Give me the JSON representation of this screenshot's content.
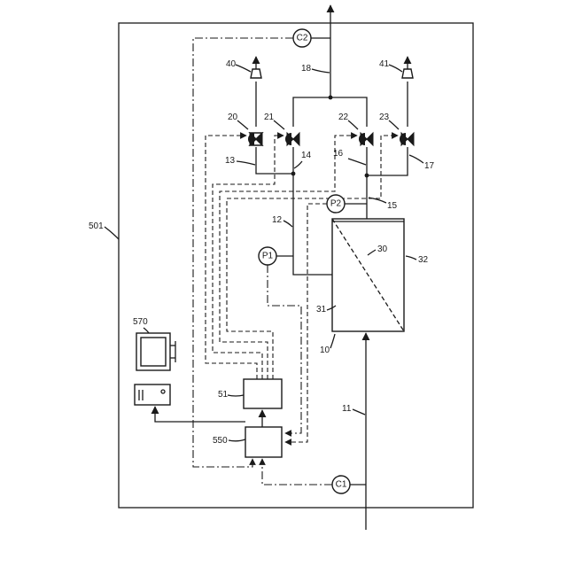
{
  "diagram": {
    "system_label": "501",
    "module_label": "10",
    "housing_label": "31",
    "membrane_label": "30",
    "permeate_side_label": "32",
    "feed_line_label": "11",
    "retentate_line_label": "12",
    "retentate_branch_a_label": "13",
    "retentate_branch_b_label": "14",
    "permeate_line_label": "15",
    "permeate_branch_a_label": "16",
    "permeate_branch_b_label": "17",
    "outlet_line_label": "18",
    "valve_1_label": "20",
    "valve_2_label": "21",
    "valve_3_label": "22",
    "valve_4_label": "23",
    "exhaust_1_label": "40",
    "exhaust_2_label": "41",
    "controller_label": "51",
    "computer_label": "550",
    "display_label": "570",
    "sensor_p1_label": "P1",
    "sensor_p2_label": "P2",
    "sensor_c1_label": "C1",
    "sensor_c2_label": "C2"
  }
}
